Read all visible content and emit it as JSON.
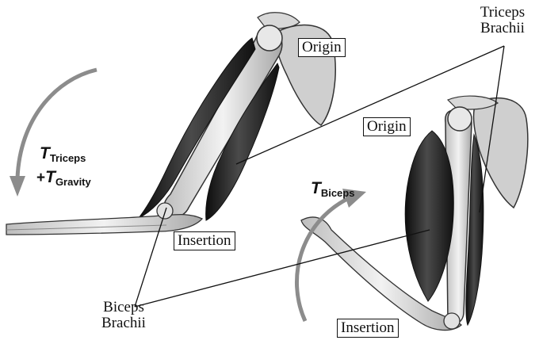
{
  "labels": {
    "origin_left": "Origin",
    "origin_right": "Origin",
    "insertion_left": "Insertion",
    "insertion_right": "Insertion",
    "triceps_line1": "Triceps",
    "triceps_line2": "Brachii",
    "biceps_line1": "Biceps",
    "biceps_line2": "Brachii"
  },
  "torques": {
    "left_t1": "T",
    "left_sub1": "Triceps",
    "left_plus": "+",
    "left_t2": "T",
    "left_sub2": "Gravity",
    "right_t": "T",
    "right_sub": "Biceps"
  }
}
